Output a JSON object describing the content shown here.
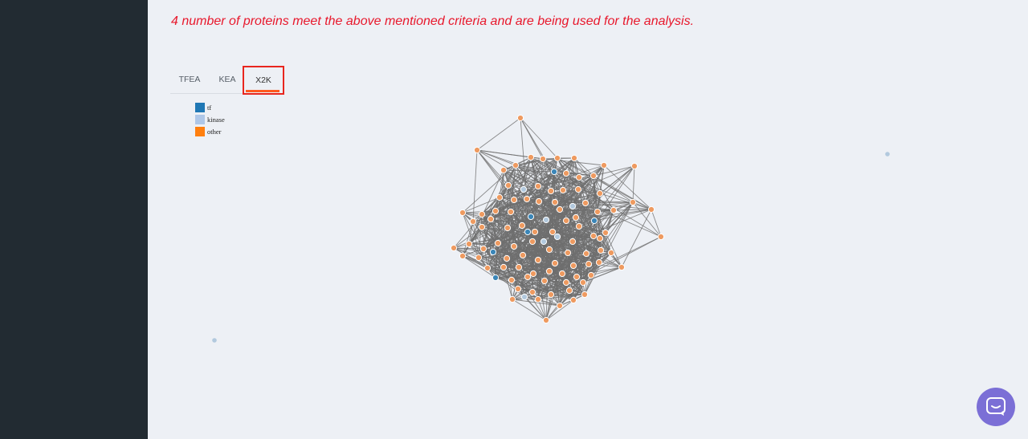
{
  "notice": "4 number of proteins meet the above mentioned criteria and are being used for the analysis.",
  "tabs": [
    "TFEA",
    "KEA",
    "X2K"
  ],
  "active_tab": "X2K",
  "legend": [
    {
      "label": "tf",
      "color": "#1f77b4"
    },
    {
      "label": "kinase",
      "color": "#aec7e8"
    },
    {
      "label": "other",
      "color": "#ff7f0e"
    }
  ],
  "node_colors": {
    "tf": "#3b86b8",
    "kinase": "#b2c9de",
    "other": "#ee9a60",
    "edge": "#6e6e6e"
  },
  "icons": {
    "chat": "chat-bubble-icon"
  }
}
